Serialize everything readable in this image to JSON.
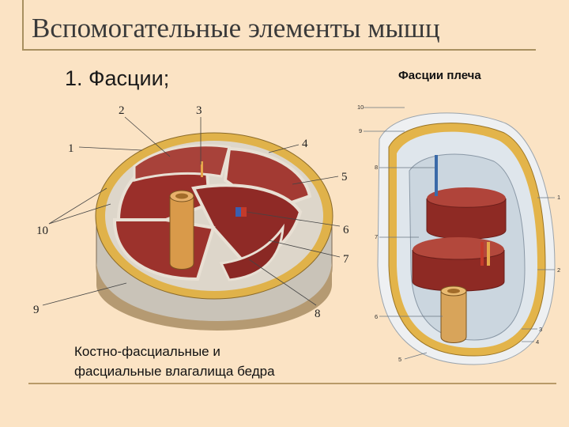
{
  "slide": {
    "title": "Вспомогательные элементы мышц",
    "subtitle": "1. Фасции;",
    "right_caption": "Фасции плеча",
    "bottom_caption_line1": "Костно-фасциальные и",
    "bottom_caption_line2": "фасциальные влагалища бедра"
  },
  "left_figure": {
    "labels": [
      "1",
      "2",
      "3",
      "4",
      "5",
      "6",
      "7",
      "8",
      "9",
      "10"
    ]
  },
  "right_figure": {
    "labels": [
      "1",
      "2",
      "3",
      "4",
      "5",
      "6",
      "7",
      "8",
      "9",
      "10"
    ]
  },
  "colors": {
    "background": "#fbe3c4",
    "muscle": "#9a2f2a",
    "fascia": "#d8d2c8",
    "bone": "#d8a45a",
    "fat": "#e0b24a"
  }
}
